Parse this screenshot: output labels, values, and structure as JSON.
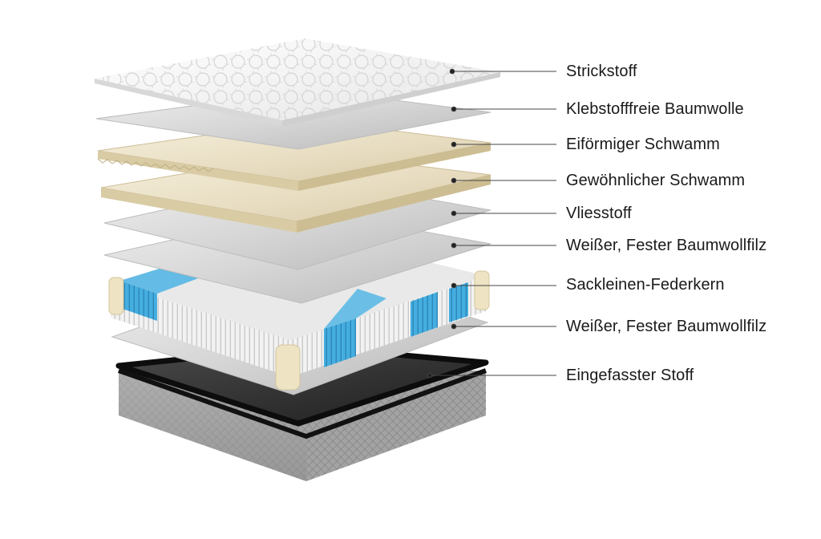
{
  "layers": [
    {
      "id": "strickstoff",
      "label": "Strickstoff"
    },
    {
      "id": "klebstofffreie-baumwolle",
      "label": "Klebstofffreie Baumwolle"
    },
    {
      "id": "eifoermiger-schwamm",
      "label": "Eiförmiger Schwamm"
    },
    {
      "id": "gewoehnlicher-schwamm",
      "label": "Gewöhnlicher Schwamm"
    },
    {
      "id": "vliesstoff",
      "label": "Vliesstoff"
    },
    {
      "id": "weisser-fester-baumwollfilz-1",
      "label": "Weißer, Fester Baumwollfilz"
    },
    {
      "id": "sackleinen-federkern",
      "label": "Sackleinen-Federkern"
    },
    {
      "id": "weisser-fester-baumwollfilz-2",
      "label": "Weißer, Fester Baumwollfilz"
    },
    {
      "id": "eingefasster-stoff",
      "label": "Eingefasster Stoff"
    }
  ],
  "colors": {
    "sheet_gray": "#d4d4d4",
    "foam_cream": "#ece3cc",
    "spring_white": "#eeeeee",
    "spring_blue": "#3fa8dc",
    "base_dark": "#2a2a2a",
    "base_side": "#a6a6a6",
    "leader_line": "#444444"
  }
}
